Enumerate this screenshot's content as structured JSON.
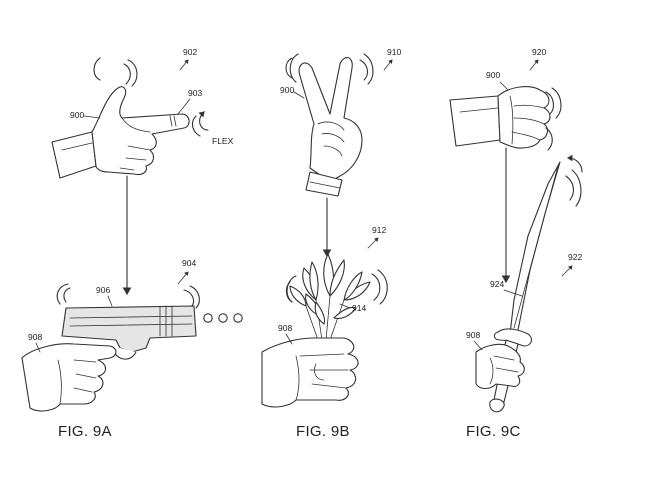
{
  "figures": [
    {
      "caption": "FIG. 9A",
      "labels": {
        "scene": "902",
        "hand": "900",
        "finger": "903",
        "flex": "FLEX",
        "object_scene": "904",
        "gun": "906",
        "hand2": "908"
      }
    },
    {
      "caption": "FIG. 9B",
      "labels": {
        "scene": "910",
        "hand": "900",
        "object_scene": "912",
        "flowers": "914",
        "hand2": "908"
      }
    },
    {
      "caption": "FIG. 9C",
      "labels": {
        "scene": "920",
        "hand": "900",
        "object_scene": "922",
        "blade": "924",
        "hand2": "908"
      }
    }
  ]
}
